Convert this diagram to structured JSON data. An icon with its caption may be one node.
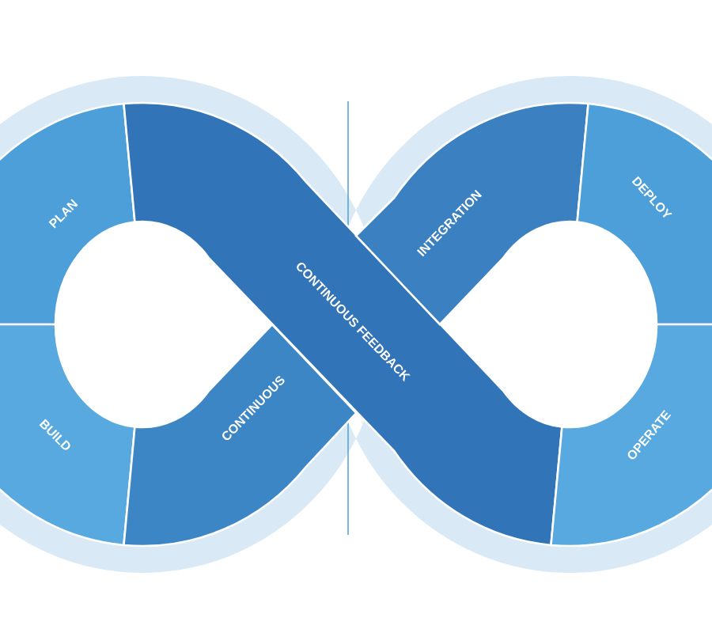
{
  "diagram": {
    "nodes": [
      {
        "text": [
          "PLAN"
        ]
      },
      {
        "text": [
          "BUILD"
        ]
      },
      {
        "text": [
          "CONTINUOUS"
        ]
      },
      {
        "text": [
          "CONTINUOUS FEEDBACK"
        ]
      },
      {
        "text": [
          "INTEGRATION"
        ]
      },
      {
        "text": [
          "DEPLOY"
        ]
      },
      {
        "text": [
          "OPERATE"
        ]
      }
    ]
  }
}
